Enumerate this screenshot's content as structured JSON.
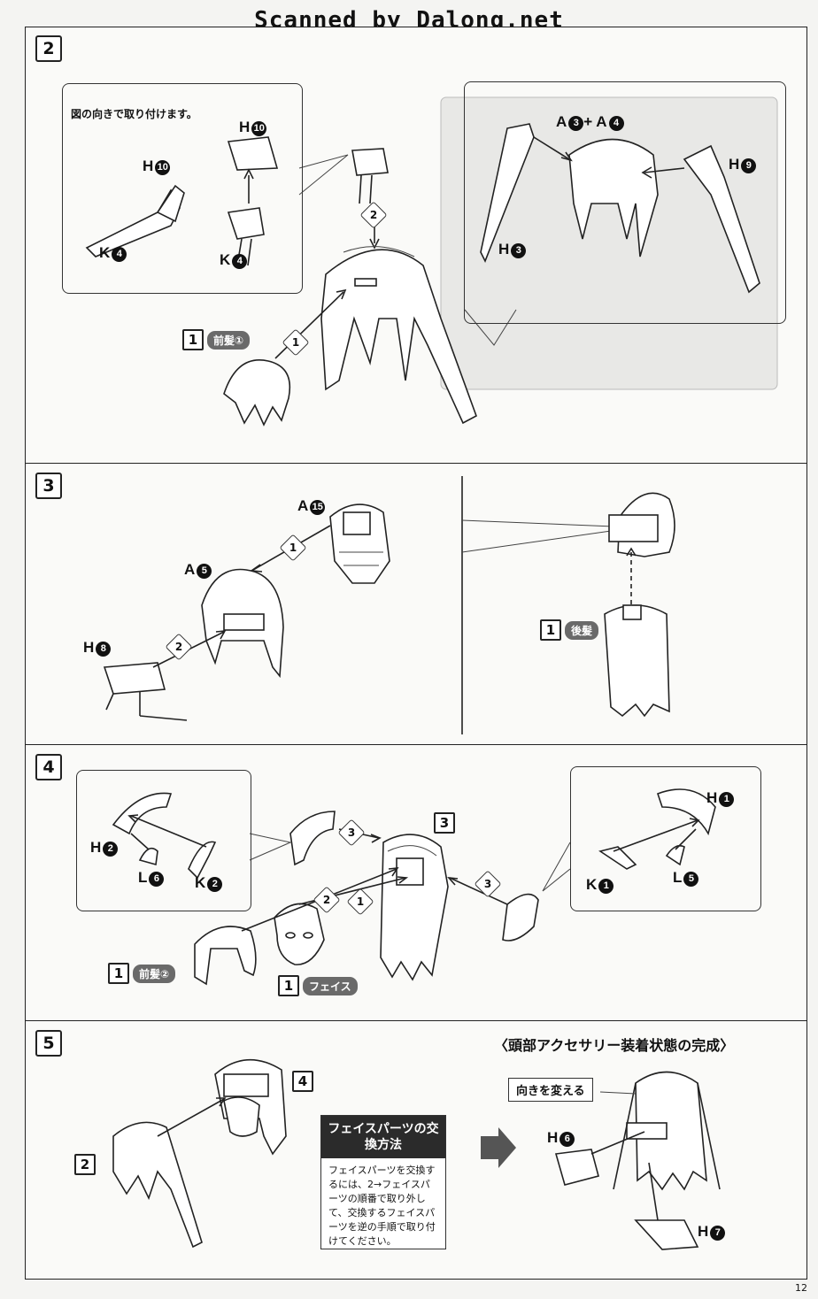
{
  "watermark": "Scanned by Dalong.net",
  "page_number": "12",
  "steps": {
    "s2": {
      "number": "2",
      "note": "図の向きで取り付けます。",
      "labels": {
        "h10_a": "H",
        "h10_a_n": "10",
        "h10_b": "H",
        "h10_b_n": "10",
        "k4_a": "K",
        "k4_a_n": "4",
        "k4_b": "K",
        "k4_b_n": "4",
        "a3a4": "A",
        "a3_n": "3",
        "a4": "+ A",
        "a4_n": "4",
        "h9": "H",
        "h9_n": "9",
        "h3": "H",
        "h3_n": "3"
      },
      "ref": {
        "box": "1",
        "pill": "前髪①"
      },
      "seq": [
        "2",
        "1"
      ]
    },
    "s3": {
      "number": "3",
      "labels": {
        "a15": "A",
        "a15_n": "15",
        "a5": "A",
        "a5_n": "5",
        "h8": "H",
        "h8_n": "8"
      },
      "ref": {
        "box": "1",
        "pill": "後髪"
      },
      "seq": [
        "1",
        "2"
      ]
    },
    "s4": {
      "number": "4",
      "labels": {
        "h2": "H",
        "h2_n": "2",
        "l6": "L",
        "l6_n": "6",
        "k2": "K",
        "k2_n": "2",
        "h1": "H",
        "h1_n": "1",
        "k1": "K",
        "k1_n": "1",
        "l5": "L",
        "l5_n": "5"
      },
      "ref_three": "3",
      "ref_front": {
        "box": "1",
        "pill": "前髪②"
      },
      "ref_face": {
        "box": "1",
        "pill": "フェイス"
      },
      "seq": [
        "3",
        "2",
        "1",
        "3"
      ]
    },
    "s5": {
      "number": "5",
      "ref_four": "4",
      "ref_two": "2",
      "heading": "〈頭部アクセサリー装着状態の完成〉",
      "tag": "向きを変える",
      "labels": {
        "h6": "H",
        "h6_n": "6",
        "h7": "H",
        "h7_n": "7"
      },
      "info": {
        "title": "フェイスパーツの交換方法",
        "body": "フェイスパーツを交換するには、2→フェイスパーツの順番で取り外して、交換するフェイスパーツを逆の手順で取り付けてください。"
      }
    }
  }
}
